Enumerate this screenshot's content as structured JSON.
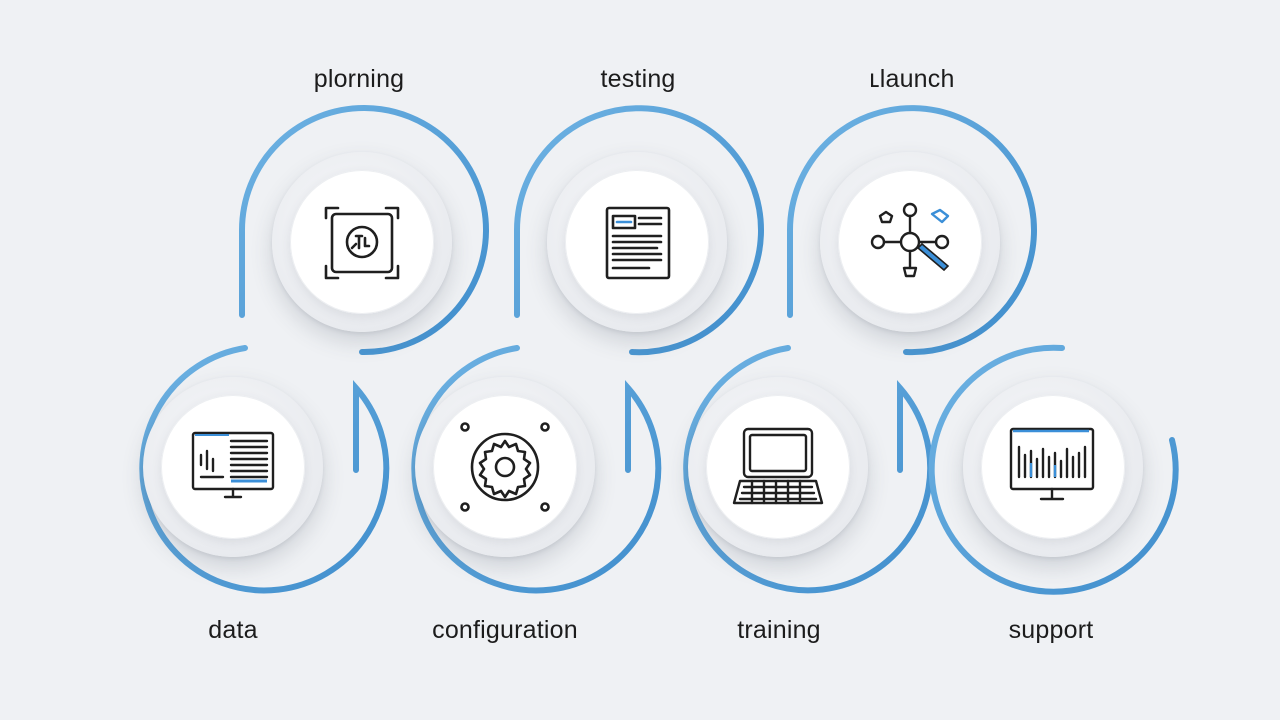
{
  "steps": [
    {
      "label": "plorning",
      "icon": "plan-target-icon"
    },
    {
      "label": "testing",
      "icon": "document-icon"
    },
    {
      "label": "ʟlaunch",
      "icon": "network-nodes-icon"
    },
    {
      "label": "data",
      "icon": "monitor-data-icon"
    },
    {
      "label": "configuration",
      "icon": "gear-icon"
    },
    {
      "label": "training",
      "icon": "computer-keyboard-icon"
    },
    {
      "label": "support",
      "icon": "monitor-bars-icon"
    }
  ],
  "colors": {
    "arc": "#4a9ad6",
    "arc_dark": "#3b82c4",
    "icon_stroke": "#1f1f1f",
    "icon_accent": "#3b8fd8"
  }
}
